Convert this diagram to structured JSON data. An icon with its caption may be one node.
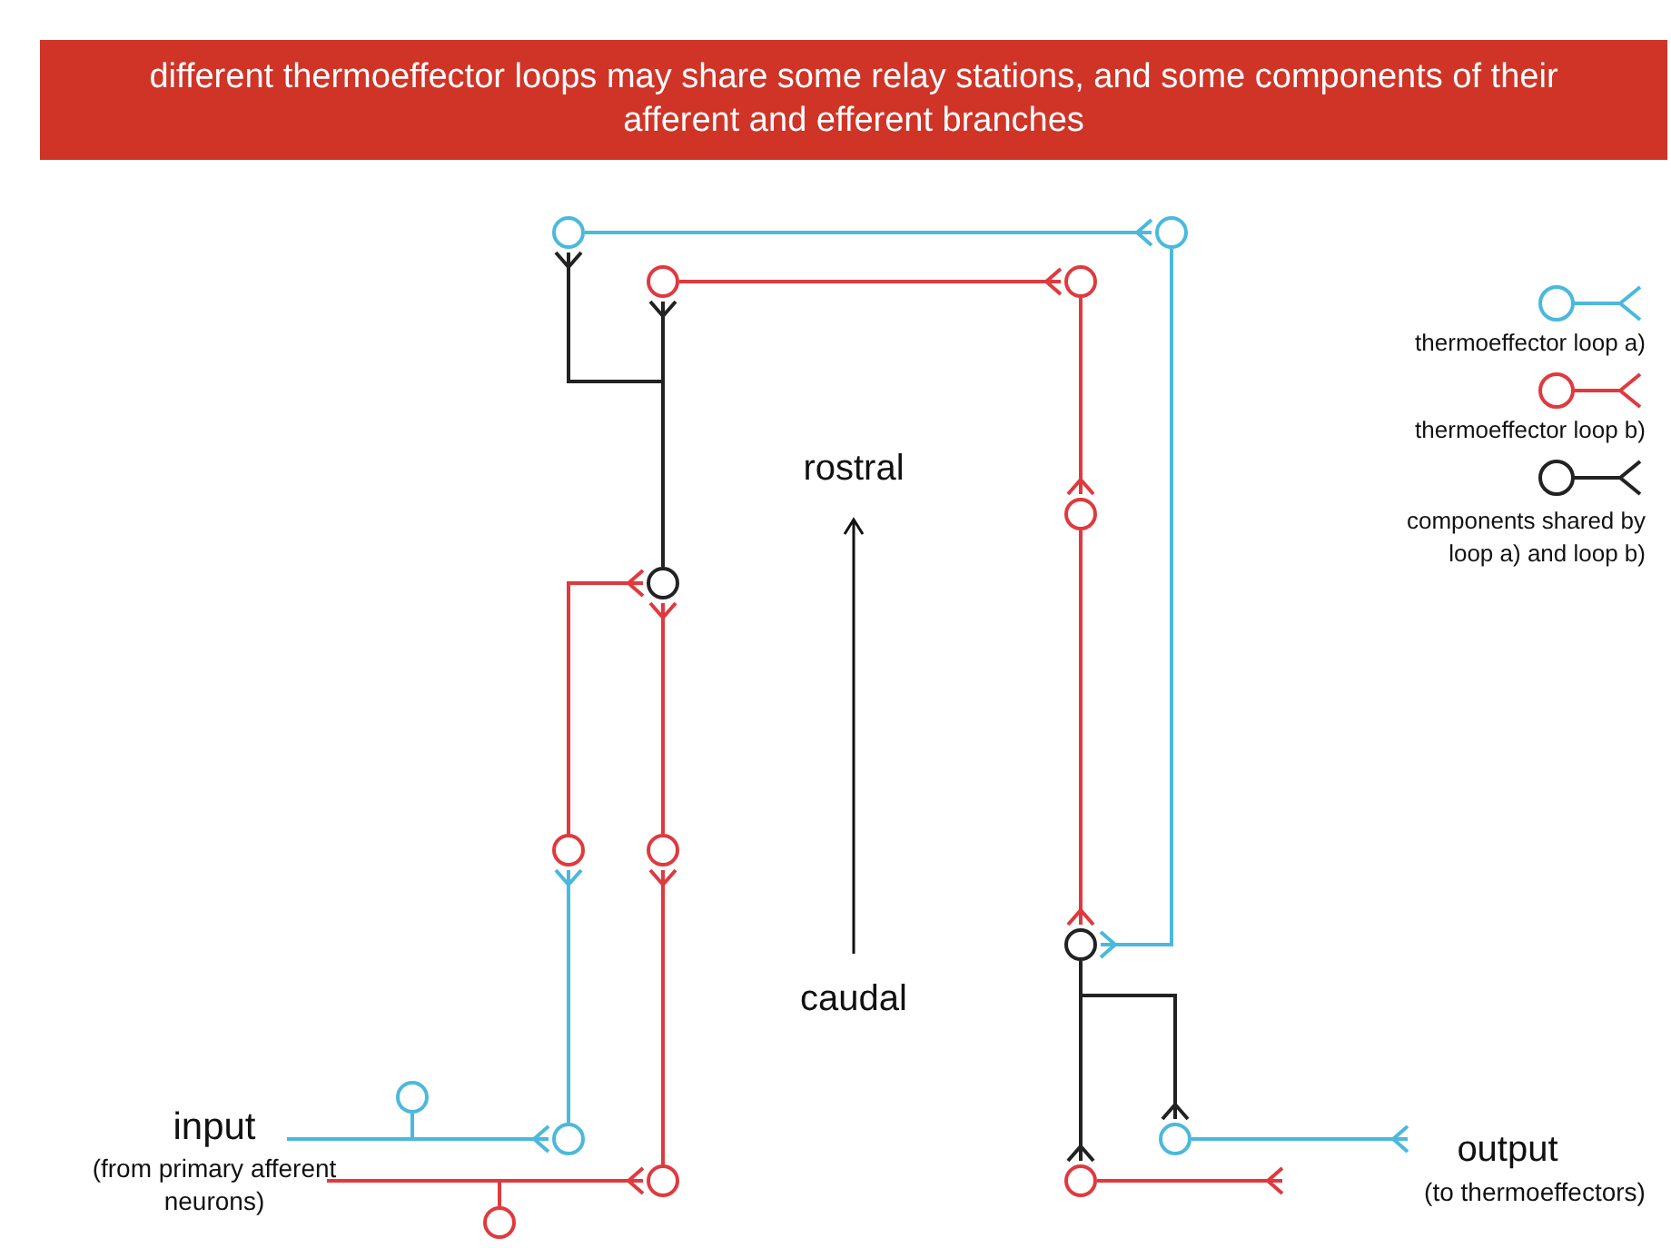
{
  "diagram": {
    "title": "different thermoeffector loops may share some relay stations, and some components of their afferent and efferent branches",
    "nodes": [
      {
        "text": [],
        "shape": "circle"
      },
      {
        "text": [],
        "shape": "circle"
      },
      {
        "text": [],
        "shape": "circle"
      },
      {
        "text": [],
        "shape": "circle"
      },
      {
        "text": [],
        "shape": "circle"
      },
      {
        "text": [],
        "shape": "circle"
      },
      {
        "text": [],
        "shape": "circle"
      },
      {
        "text": [],
        "shape": "circle"
      },
      {
        "text": [],
        "shape": "circle"
      },
      {
        "text": [],
        "shape": "circle"
      },
      {
        "text": [],
        "shape": "circle"
      },
      {
        "text": [],
        "shape": "circle"
      },
      {
        "text": [],
        "shape": "circle"
      },
      {
        "text": [],
        "shape": "circle"
      },
      {
        "text": [],
        "shape": "circle"
      }
    ],
    "edges": [
      {
        "from": 9,
        "to": 10,
        "arrow": "other",
        "color": "#4bb8dd"
      },
      {
        "from": 12,
        "to": 11,
        "arrow": "other",
        "color": "#e0393e"
      },
      {
        "from": 10,
        "to": 6,
        "arrow": "other",
        "color": "#4bb8dd"
      },
      {
        "from": 11,
        "to": 7,
        "arrow": "other",
        "color": "#e0393e"
      },
      {
        "from": 6,
        "to": 5,
        "arrow": "other",
        "color": "#e0393e"
      },
      {
        "from": 7,
        "to": 5,
        "arrow": "other",
        "color": "#e0393e"
      },
      {
        "from": 5,
        "to": 0,
        "arrow": "other",
        "color": "#222222"
      },
      {
        "from": 5,
        "to": 1,
        "arrow": "other",
        "color": "#222222"
      },
      {
        "from": 0,
        "to": 2,
        "arrow": "other",
        "color": "#4bb8dd"
      },
      {
        "from": 1,
        "to": 3,
        "arrow": "other",
        "color": "#e0393e"
      },
      {
        "from": 3,
        "to": 4,
        "arrow": "other",
        "color": "#e0393e"
      },
      {
        "from": 4,
        "to": 8,
        "arrow": "other",
        "color": "#e0393e"
      },
      {
        "from": 2,
        "to": 8,
        "arrow": "other",
        "color": "#4bb8dd"
      },
      {
        "from": 8,
        "to": 13,
        "arrow": "other",
        "color": "#222222"
      },
      {
        "from": 8,
        "to": 14,
        "arrow": "other",
        "color": "#222222"
      },
      {
        "from": 13,
        "to": null,
        "arrow": "other",
        "color": "#4bb8dd"
      },
      {
        "from": 14,
        "to": null,
        "arrow": "other",
        "color": "#e0393e"
      }
    ],
    "labels": [
      "rostral",
      "caudal",
      "input",
      "(from primary afferent neurons)",
      "output",
      "(to thermoeffectors)"
    ],
    "legend": [
      {
        "text": "thermoeffector loop a)",
        "color": "#4bb8dd"
      },
      {
        "text": "thermoeffector loop b)",
        "color": "#e0393e"
      },
      {
        "text": "components shared by loop a) and loop b)",
        "color": "#222222"
      }
    ]
  }
}
